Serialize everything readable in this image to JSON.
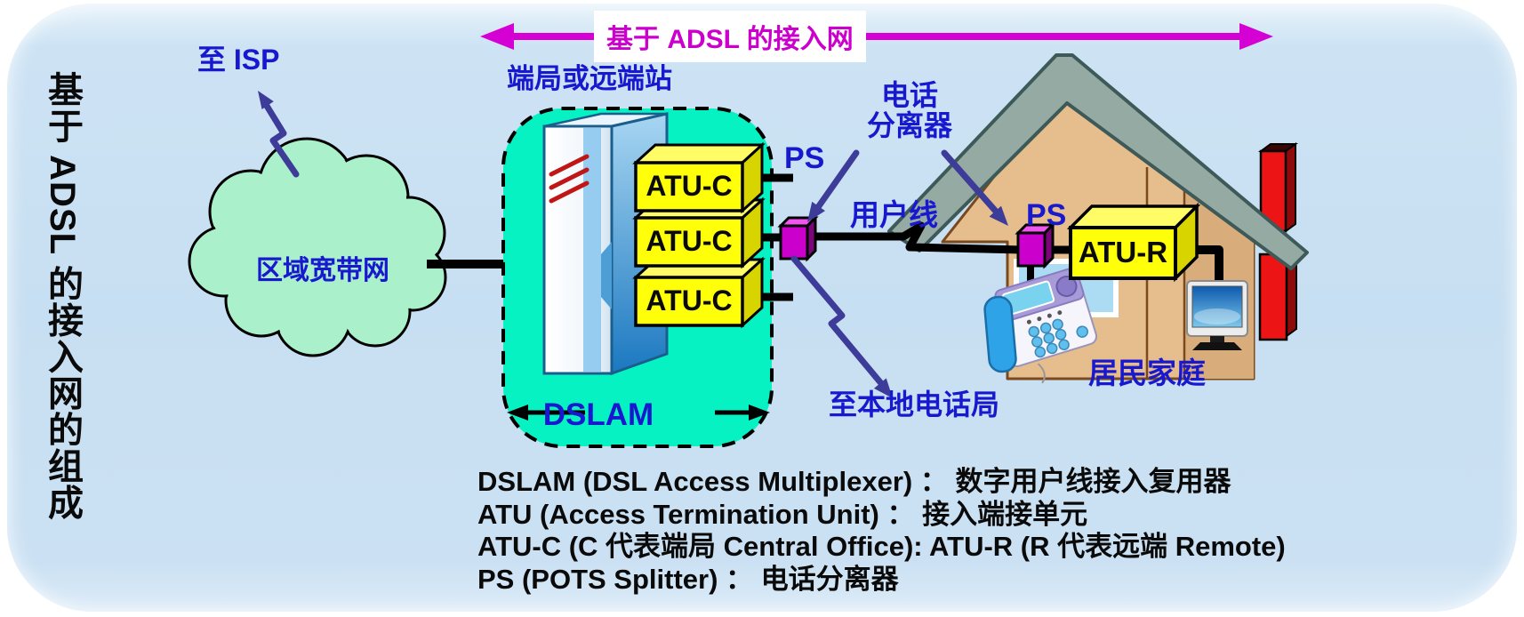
{
  "side_title": "基于 ADSL 的接入网的组成",
  "banner": {
    "label": "基于 ADSL 的接入网"
  },
  "isp": {
    "to_isp_label": "至 ISP"
  },
  "cloud": {
    "label": "区域宽带网"
  },
  "central_office": {
    "site_label": "端局或远端站",
    "dslam_label": "DSLAM",
    "atu_c_label": "ATU-C",
    "ps_label": "PS"
  },
  "splitter": {
    "callout": "电话\n分离器"
  },
  "line": {
    "subscriber_line_label": "用户线",
    "to_local_office_label": "至本地电话局"
  },
  "home": {
    "ps_label": "PS",
    "atu_r_label": "ATU-R",
    "label": "居民家庭"
  },
  "legend": {
    "lines": [
      "DSLAM (DSL Access Multiplexer) ： 数字用户线接入复用器",
      "ATU (Access Termination Unit) ： 接入端接单元",
      "ATU-C (C 代表端局 Central Office):  ATU-R (R 代表远端 Remote)",
      "PS (POTS Splitter) ： 电话分离器"
    ]
  },
  "colors": {
    "card_blue": "#c7dff2",
    "label_blue": "#1818cf",
    "accent_magenta": "#d400d4",
    "dslam_fill": "#06f2c2",
    "cloud_fill": "#a9f0cb",
    "unit_yellow": "#ffff0a",
    "splitter_magenta": "#cc00cc",
    "arrow_slate": "#3d3d99",
    "house_wall": "#e6bd8d",
    "roof_gray": "#96aaa4",
    "chimney_red": "#ec1414"
  }
}
